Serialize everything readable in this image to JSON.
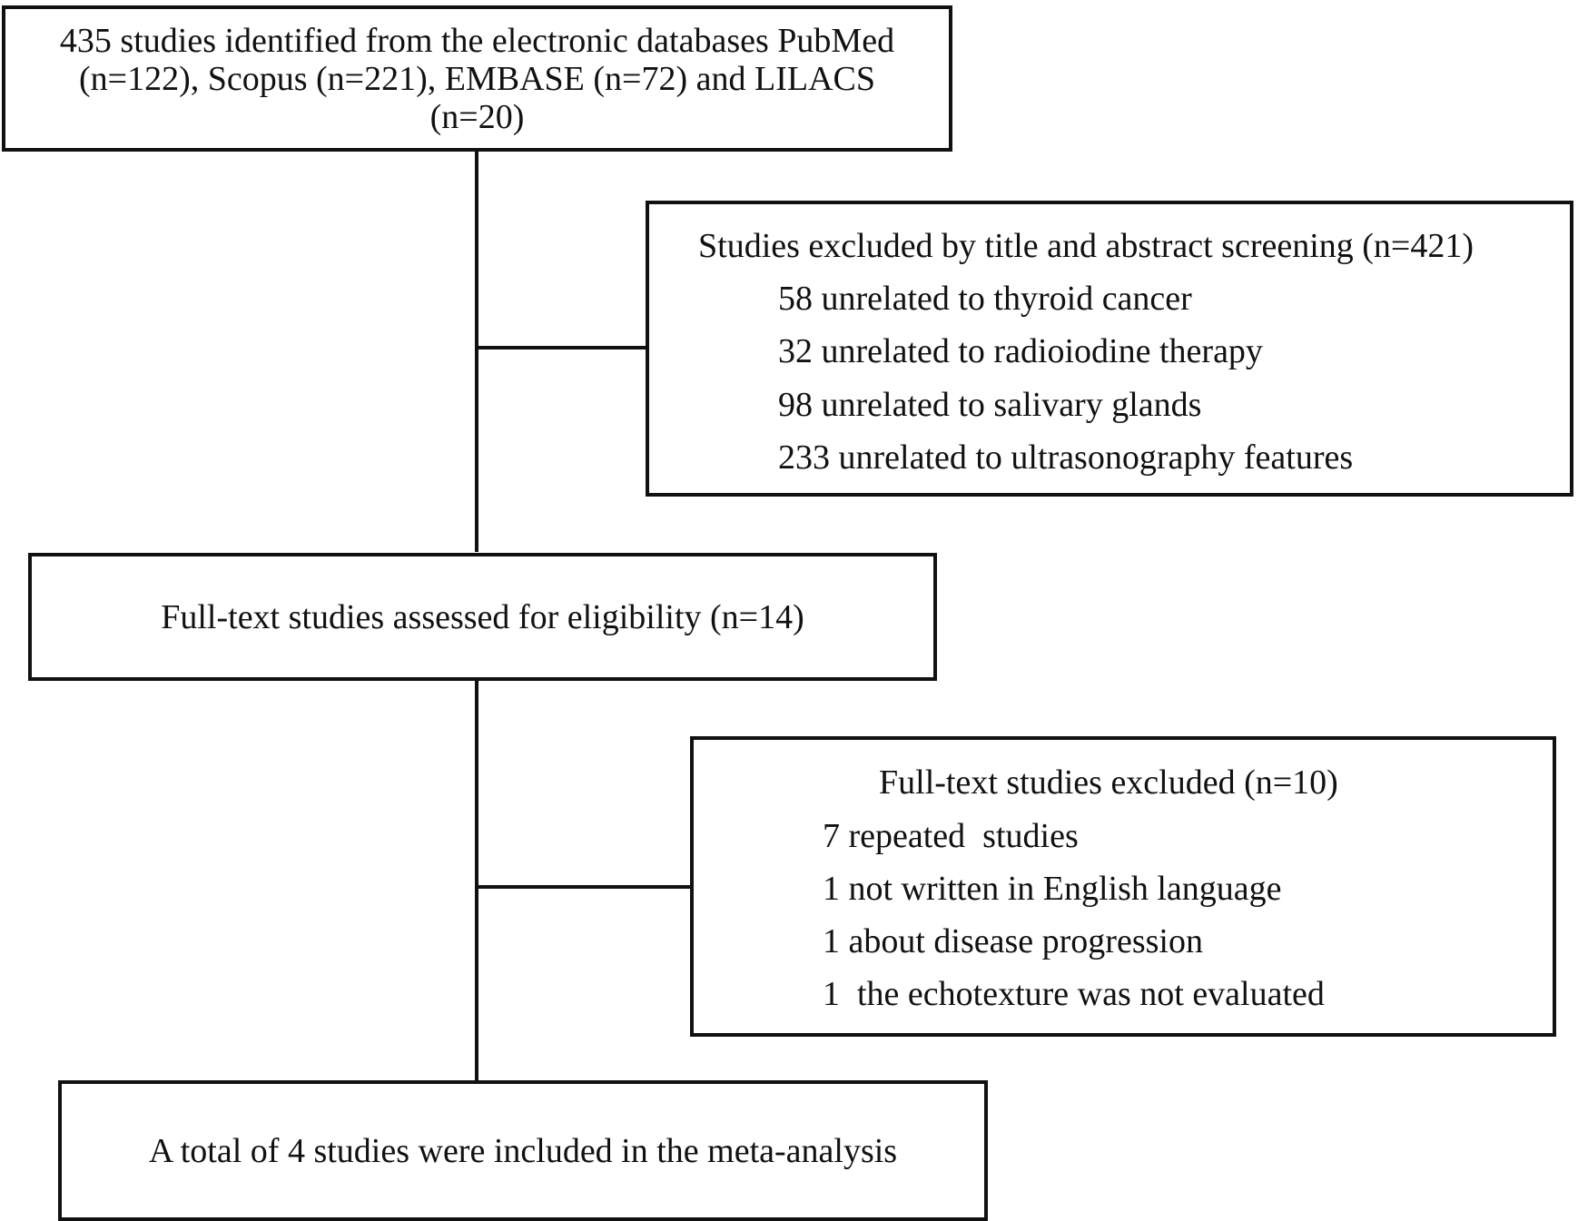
{
  "flowchart": {
    "identification": {
      "lines": [
        "435 studies identified from the electronic databases PubMed",
        "(n=122), Scopus (n=221), EMBASE (n=72) and LILACS",
        "(n=20)"
      ]
    },
    "screening_exclusion": {
      "heading": "Studies excluded by title and abstract screening (n=421)",
      "items": [
        "58 unrelated to thyroid cancer",
        "32 unrelated to radioiodine therapy",
        "98 unrelated to salivary glands",
        "233 unrelated to ultrasonography features"
      ]
    },
    "eligibility": {
      "label": "Full-text studies assessed for eligibility (n=14)"
    },
    "fulltext_exclusion": {
      "heading": "Full-text studies excluded (n=10)",
      "items": [
        "7 repeated  studies",
        "1 not written in English language",
        "1 about disease progression",
        "1  the echotexture was not evaluated"
      ]
    },
    "included": {
      "label": "A total of 4 studies were included in the meta-analysis"
    }
  }
}
